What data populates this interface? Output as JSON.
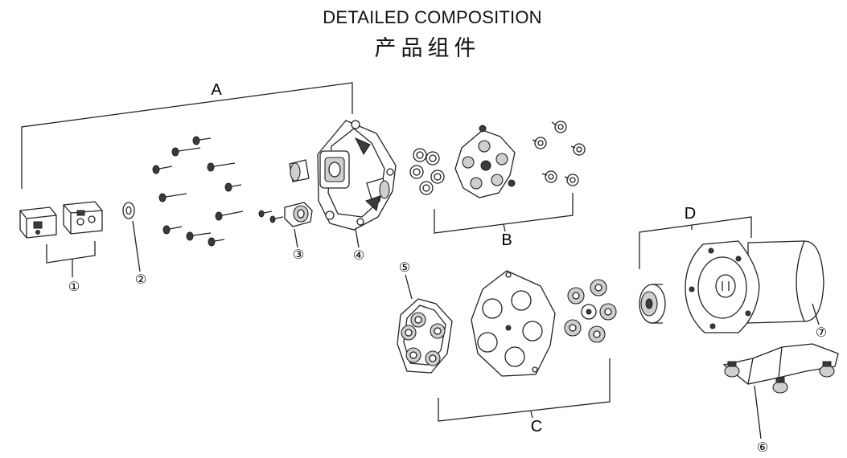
{
  "title": {
    "en": "DETAILED COMPOSITION",
    "cn": "产品组件"
  },
  "group_labels": {
    "a": "A",
    "b": "B",
    "c": "C",
    "d": "D"
  },
  "part_labels": {
    "p1": "①",
    "p2": "②",
    "p3": "③",
    "p4": "④",
    "p5": "⑤",
    "p6": "⑥",
    "p7": "⑦"
  }
}
